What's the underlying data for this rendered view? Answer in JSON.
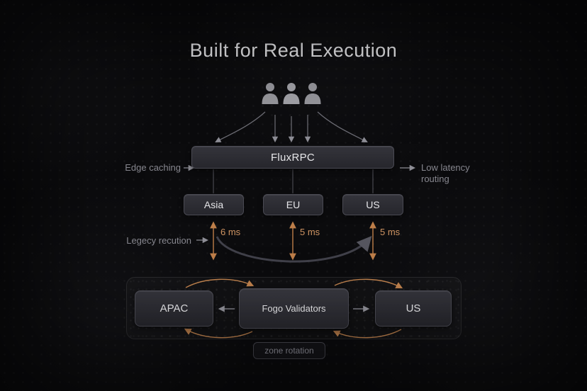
{
  "title": "Built for Real Execution",
  "labels": {
    "edge_caching": "Edge caching",
    "low_latency": "Low latency routing",
    "legacy": "Legecy recution",
    "zone_rotation": "zone rotation"
  },
  "rpc": {
    "name": "FluxRPC",
    "regions": [
      {
        "label": "Asia",
        "latency": "6 ms"
      },
      {
        "label": "EU",
        "latency": "5 ms"
      },
      {
        "label": "US",
        "latency": "5 ms"
      }
    ]
  },
  "validators": {
    "left": "APAC",
    "center": "Fogo Validators",
    "right": "US"
  },
  "icons": {
    "users": [
      "user-icon",
      "user-icon",
      "user-icon"
    ]
  },
  "colors": {
    "background": "#0b0b0d",
    "box_background": "#2b2b31",
    "box_border": "#4a4a53",
    "text_light": "#efeff2",
    "text_gray": "#87878f",
    "accent_orange": "#bd7e49",
    "latency_text": "#cf9462"
  }
}
